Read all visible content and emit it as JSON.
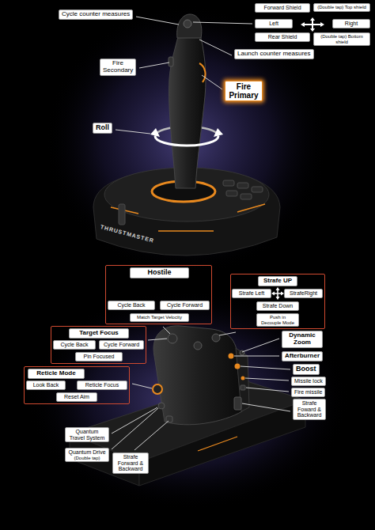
{
  "diagram": {
    "nodes": [
      {
        "text": [
          "Cycle counter measures"
        ]
      },
      {
        "text": [
          "Forward Shield"
        ]
      },
      {
        "text": [
          "(Double tap) Top shield"
        ]
      },
      {
        "text": [
          "Left"
        ]
      },
      {
        "text": [
          "Right"
        ]
      },
      {
        "text": [
          "Rear Shield"
        ]
      },
      {
        "text": [
          "(Double tap) Bottom shield"
        ]
      },
      {
        "text": [
          "Launch counter measures"
        ]
      },
      {
        "text": [
          "Fire Secondary"
        ]
      },
      {
        "text": [
          "Fire Primary"
        ]
      },
      {
        "text": [
          "Roll"
        ]
      },
      {
        "text": [
          "Hostile"
        ]
      },
      {
        "text": [
          "Cycle Back"
        ],
        "in": 11
      },
      {
        "text": [
          "Cycle Forward"
        ],
        "in": 11
      },
      {
        "text": [
          "Match Target Velocity"
        ],
        "in": 11
      },
      {
        "text": [
          "Strafe UP"
        ]
      },
      {
        "text": [
          "Strafe Left"
        ],
        "in": 15
      },
      {
        "text": [
          "StrafeRight"
        ],
        "in": 15
      },
      {
        "text": [
          "Strafe Down"
        ],
        "in": 15
      },
      {
        "text": [
          "Push in Decouple Mode"
        ],
        "in": 15
      },
      {
        "text": [
          "Target Focus"
        ]
      },
      {
        "text": [
          "Cycle Back"
        ],
        "in": 20
      },
      {
        "text": [
          "Cycle Forward"
        ],
        "in": 20
      },
      {
        "text": [
          "Pin Focused"
        ],
        "in": 20
      },
      {
        "text": [
          "Dynamic Zoom"
        ]
      },
      {
        "text": [
          "Reticle Mode"
        ]
      },
      {
        "text": [
          "Look Back"
        ],
        "in": 25
      },
      {
        "text": [
          "Reticle Focus"
        ],
        "in": 25
      },
      {
        "text": [
          "Reset Aim"
        ],
        "in": 25
      },
      {
        "text": [
          "Afterburner"
        ]
      },
      {
        "text": [
          "Boost"
        ]
      },
      {
        "text": [
          "Missile lock"
        ]
      },
      {
        "text": [
          "Fire missile"
        ]
      },
      {
        "text": [
          "Strafe Foward & Backward"
        ]
      },
      {
        "text": [
          "Quantum Travel System"
        ]
      },
      {
        "text": [
          "Quantum Drive",
          "(Double tap)"
        ]
      },
      {
        "text": [
          "Strafe Forward & Backward"
        ]
      }
    ],
    "labels": [
      "THRUSTMASTER"
    ]
  }
}
